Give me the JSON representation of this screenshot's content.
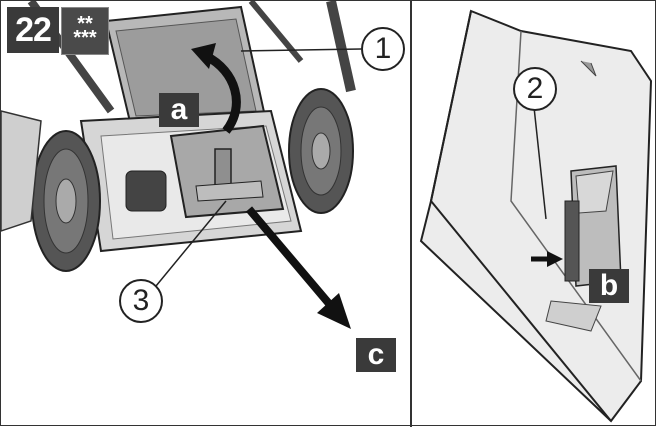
{
  "header": {
    "step_number": "22",
    "difficulty_top": "**",
    "difficulty_bottom": "***"
  },
  "callouts": {
    "num1": "1",
    "num2": "2",
    "num3": "3"
  },
  "letters": {
    "a": "a",
    "b": "b",
    "c": "c"
  },
  "colors": {
    "badge_bg": "#3a3a3a",
    "line": "#222222",
    "bg": "#ffffff"
  },
  "icons": [
    "mower-illustration",
    "grass-bag-illustration",
    "rotate-arrow-icon",
    "pull-arrow-icon",
    "push-arrow-icon"
  ]
}
